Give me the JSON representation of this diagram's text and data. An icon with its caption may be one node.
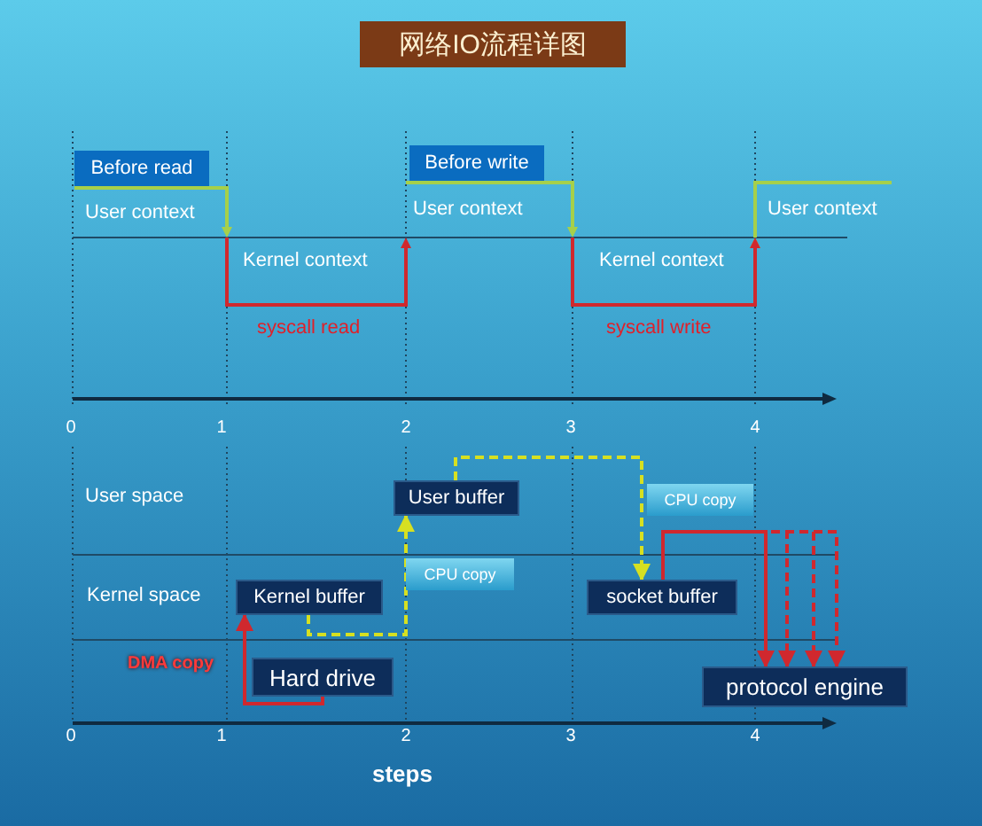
{
  "diagram": {
    "title": "网络IO流程详图",
    "nodes": [
      {
        "text": [
          "Before read"
        ]
      },
      {
        "text": [
          "Before write"
        ]
      },
      {
        "text": [
          "User buffer"
        ]
      },
      {
        "text": [
          "CPU copy"
        ]
      },
      {
        "text": [
          "CPU copy"
        ]
      },
      {
        "text": [
          "Kernel buffer"
        ]
      },
      {
        "text": [
          "socket buffer"
        ]
      },
      {
        "text": [
          "Hard drive"
        ]
      },
      {
        "text": [
          "protocol engine"
        ]
      }
    ],
    "edges": [
      {
        "from": 7,
        "to": 5,
        "arrow": "to",
        "label": "DMA copy",
        "color": "#d0282e"
      },
      {
        "from": 5,
        "to": 2,
        "arrow": "to",
        "style": "dashed",
        "color": "#d6e021"
      },
      {
        "from": 2,
        "to": 6,
        "arrow": "to",
        "style": "dashed",
        "color": "#d6e021"
      },
      {
        "from": 6,
        "to": 8,
        "arrow": "to",
        "color": "#d0282e"
      },
      {
        "from": 6,
        "to": 8,
        "arrow": "to",
        "style": "dashed",
        "color": "#d0282e"
      },
      {
        "from": 6,
        "to": 8,
        "arrow": "to",
        "style": "dashed",
        "color": "#d0282e"
      },
      {
        "from": 6,
        "to": 8,
        "arrow": "to",
        "style": "dashed",
        "color": "#d0282e"
      }
    ],
    "labels": [
      "User context",
      "User context",
      "User context",
      "Kernel context",
      "Kernel context",
      "syscall read",
      "syscall write",
      "0",
      "1",
      "2",
      "3",
      "4",
      "User space",
      "Kernel space",
      "0",
      "1",
      "2",
      "3",
      "4",
      "steps"
    ]
  }
}
